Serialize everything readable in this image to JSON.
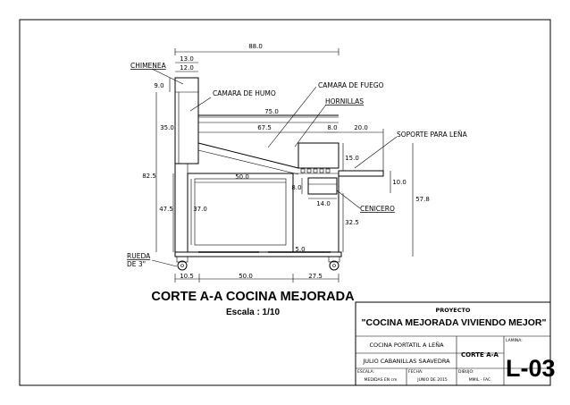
{
  "labels": {
    "chimenea": "CHIMENEA",
    "camara_humo": "CAMARA DE HUMO",
    "camara_fuego": "CAMARA DE FUEGO",
    "hornillas": "HORNILLAS",
    "soporte_lena": "SOPORTE PARA LEÑA",
    "cenicero": "CENICERO",
    "rueda_line1": "RUEDA",
    "rueda_line2": "DE 3\""
  },
  "dimensions": {
    "d88": "88.0",
    "d13": "13.0",
    "d12": "12.0",
    "d9": "9.0",
    "d75": "75.0",
    "d675": "67.5",
    "d8top": "8.0",
    "d20": "20.0",
    "d35": "35.0",
    "d825": "82.5",
    "d15": "15.0",
    "d50top": "50.0",
    "d8mid": "8.0",
    "d10": "10.0",
    "d578": "57.8",
    "d14": "14.0",
    "d475": "47.5",
    "d37": "37.0",
    "d325": "32.5",
    "d5": "5.0",
    "d105": "10.5",
    "d50bottom": "50.0",
    "d275": "27.5"
  },
  "section_title": "CORTE A-A COCINA MEJORADA",
  "scale": "Escala : 1/10",
  "title_block": {
    "proyecto_label": "PROYECTO",
    "proyecto_name": "\"COCINA MEJORADA VIVIENDO MEJOR\"",
    "cocina": "COCINA PORTATIL A LEÑA",
    "corte": "CORTE A-A",
    "author": "JULIO CABANILLAS SAAVEDRA",
    "lamina_label": "LAMINA:",
    "lamina": "L-03",
    "escala_label": "ESCALA:",
    "escala_value": "MEDIDAS EN cm",
    "fecha_label": "FECHA:",
    "fecha_value": "JUNIO DE 2015",
    "dibujo_label": "DIBUJO:",
    "dibujo_value": "MMIL - FAC"
  }
}
